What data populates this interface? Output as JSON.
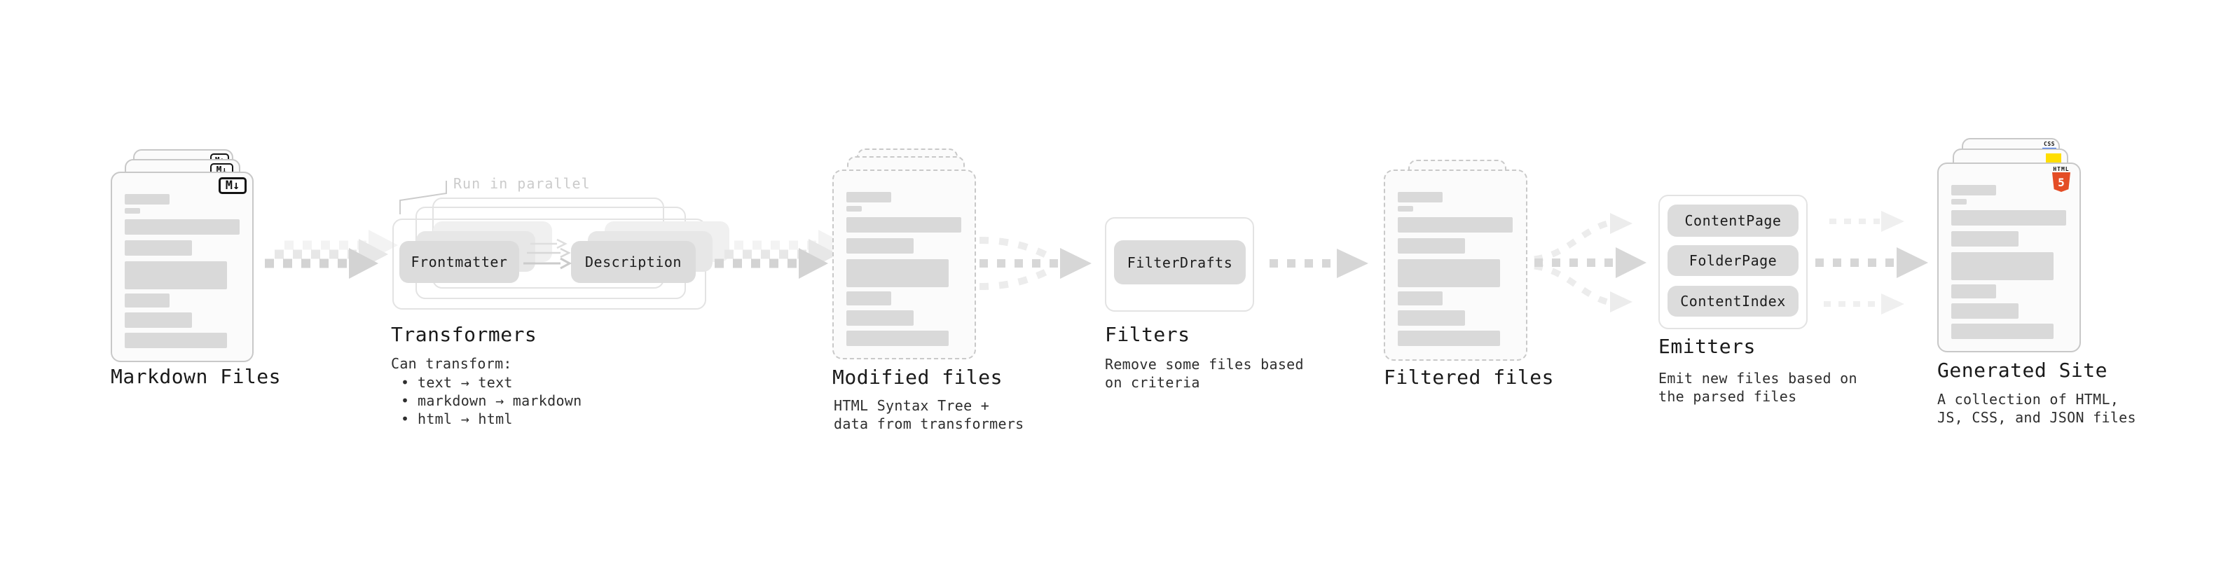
{
  "diagram": {
    "stages": {
      "markdown": {
        "label": "Markdown Files",
        "badge": "M↓"
      },
      "transformers": {
        "label": "Transformers",
        "note": "Run in parallel",
        "box_frontmatter": "Frontmatter",
        "box_description": "Description",
        "desc_heading": "Can transform:",
        "bullet_char": "•",
        "bullets": [
          "text → text",
          "markdown → markdown",
          "html → html"
        ]
      },
      "modified": {
        "label": "Modified files",
        "desc": "HTML Syntax Tree +\ndata from transformers"
      },
      "filters": {
        "label": "Filters",
        "box": "FilterDrafts",
        "desc": "Remove some files based\non criteria"
      },
      "filtered": {
        "label": "Filtered files"
      },
      "emitters": {
        "label": "Emitters",
        "boxes": [
          "ContentPage",
          "FolderPage",
          "ContentIndex"
        ],
        "desc": "Emit new files based on\nthe parsed files"
      },
      "generated": {
        "label": "Generated Site",
        "desc": "A collection of HTML,\nJS, CSS, and JSON files",
        "html_badge_label": "HTML",
        "html_badge_number": "5",
        "css_badge_label": "CSS"
      }
    },
    "colors": {
      "html5_orange": "#e44d26",
      "js_yellow": "#ffde00",
      "css_blue": "#2965f1",
      "box_gray": "#dcdcdc",
      "frame_gray": "#e3e3e3",
      "arrow_gray": "#d4d4d4",
      "arrow_light": "#ececec",
      "text_dark": "#1a1a1a",
      "note_gray": "#cbcbcb"
    }
  }
}
